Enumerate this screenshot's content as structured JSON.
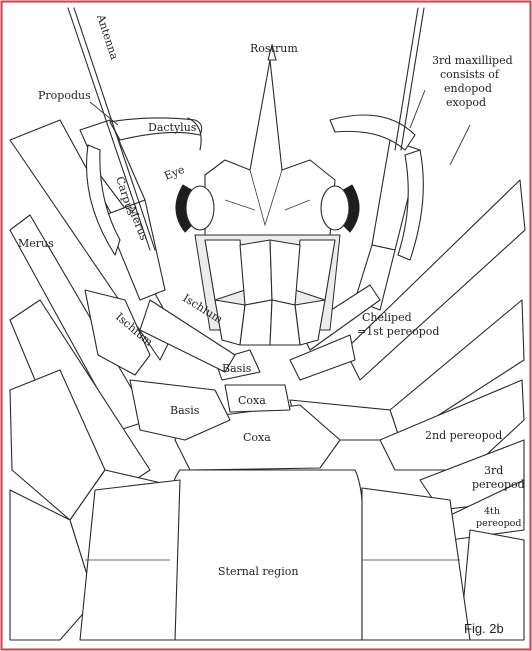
{
  "figure": {
    "caption": "Fig. 2b",
    "border_color": "#d23a4e",
    "labels": {
      "antenna": "Antenna",
      "rostrum": "Rostrum",
      "maxilliped": [
        "3rd maxilliped",
        "consists of",
        "endopod",
        "exopod"
      ],
      "propodus": "Propodus",
      "dactylus": "Dactylus",
      "eye": "Eye",
      "carpus": "Carpus",
      "merus_left": "Merus",
      "merus_inner": "Merus",
      "ischium_inner": "Ischium",
      "ischium_outer": "Ischium",
      "basis_inner": "Basis",
      "basis_outer": "Basis",
      "coxa_inner": "Coxa",
      "coxa_outer": "Coxa",
      "cheliped": [
        "Cheliped",
        "=1st pereopod"
      ],
      "pereopod2": "2nd pereopod",
      "pereopod3": [
        "3rd",
        "pereopod"
      ],
      "pereopod4": [
        "4th",
        "pereopod"
      ],
      "sternal": "Sternal region"
    }
  }
}
